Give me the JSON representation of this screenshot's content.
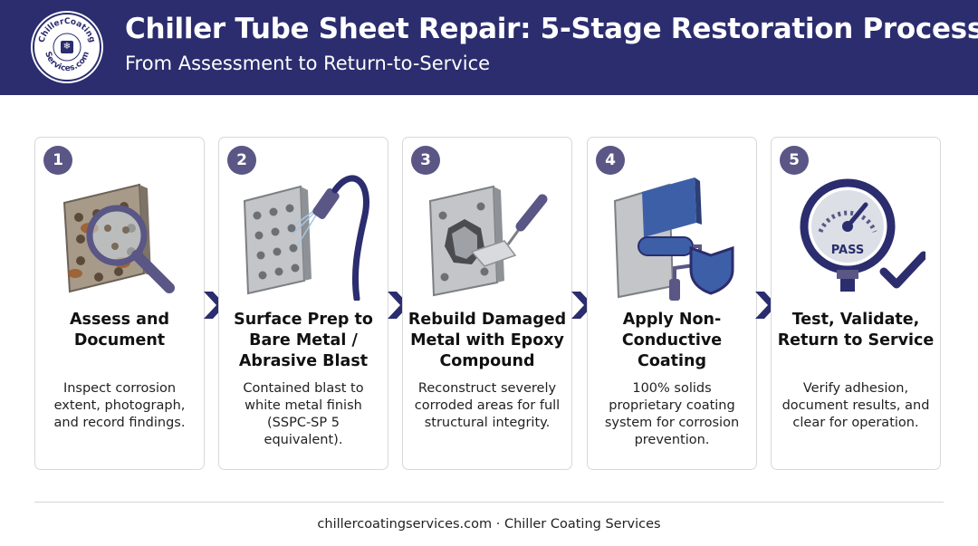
{
  "header": {
    "logo_text": "ChillerCoating Services.com",
    "title": "Chiller Tube Sheet Repair: 5-Stage Restoration Process",
    "subtitle": "From Assessment to Return-to-Service"
  },
  "stages": [
    {
      "number": "1",
      "title": "Assess and Document",
      "desc": "Inspect corrosion extent, photograph, and record findings.",
      "icon": "magnifier-over-corroded-plate-icon"
    },
    {
      "number": "2",
      "title": "Surface Prep to Bare Metal / Abrasive Blast",
      "desc": "Contained blast to white metal finish (SSPC-SP 5 equivalent).",
      "icon": "abrasive-blast-nozzle-icon"
    },
    {
      "number": "3",
      "title": "Rebuild Damaged Metal with Epoxy Compound",
      "desc": "Reconstruct severely corroded areas for full structural integrity.",
      "icon": "trowel-epoxy-fill-icon"
    },
    {
      "number": "4",
      "title": "Apply Non-Conductive Coating",
      "desc": "100% solids proprietary coating system for corrosion prevention.",
      "icon": "paint-roller-shield-icon"
    },
    {
      "number": "5",
      "title": "Test, Validate, Return to Service",
      "desc": "Verify adhesion, document results, and clear for operation.",
      "icon": "pass-gauge-check-icon"
    }
  ],
  "pass_label": "PASS",
  "footer": {
    "text": "chillercoatingservices.com · Chiller Coating Services"
  },
  "colors": {
    "header_bg": "#2b2d6e",
    "badge": "#5a5685",
    "accent_blue": "#3d5fa8"
  }
}
